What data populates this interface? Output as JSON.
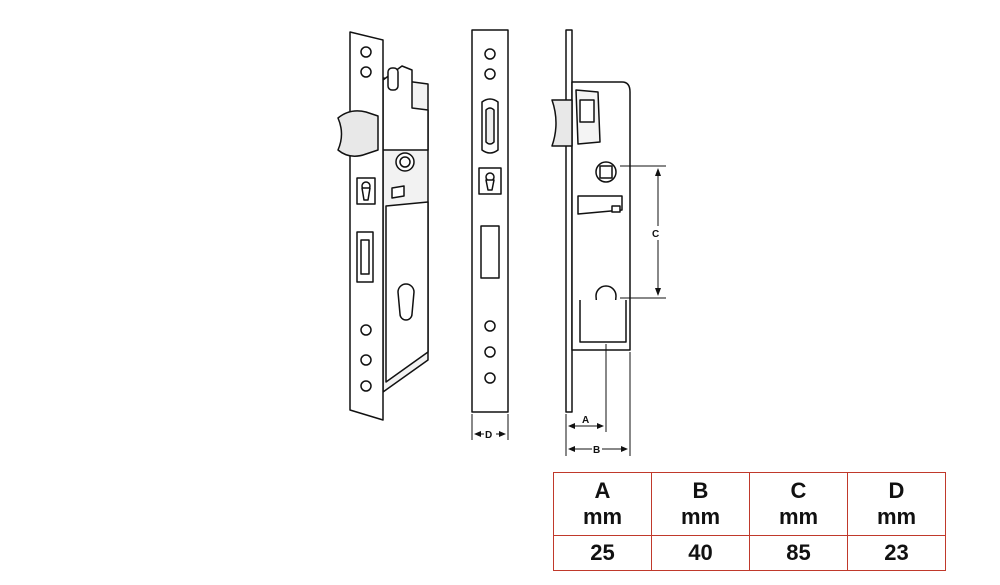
{
  "labels": {
    "a": "A",
    "b": "B",
    "c": "C",
    "d": "D"
  },
  "table": {
    "columns": [
      {
        "letter": "A",
        "unit": "mm",
        "value": "25"
      },
      {
        "letter": "B",
        "unit": "mm",
        "value": "40"
      },
      {
        "letter": "C",
        "unit": "mm",
        "value": "85"
      },
      {
        "letter": "D",
        "unit": "mm",
        "value": "23"
      }
    ]
  },
  "colors": {
    "line": "#111111",
    "table_border": "#c0392b",
    "fill": "#ffffff",
    "shade": "#e6e6e6"
  }
}
